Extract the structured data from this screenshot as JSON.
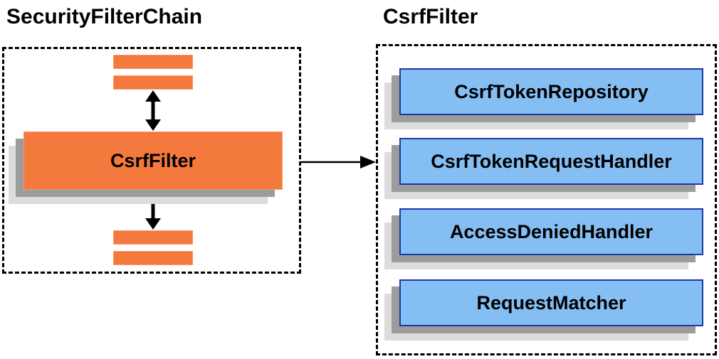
{
  "left_panel": {
    "title": "SecurityFilterChain",
    "filter_label": "CsrfFilter"
  },
  "right_panel": {
    "title": "CsrfFilter",
    "components": [
      "CsrfTokenRepository",
      "CsrfTokenRequestHandler",
      "AccessDeniedHandler",
      "RequestMatcher"
    ]
  },
  "colors": {
    "filter_orange": "#F4793C",
    "component_blue": "#85BEF2",
    "component_border_blue": "#1A39A8",
    "shadow_dark": "#9C9C9C",
    "shadow_light": "#DCDCDC",
    "outline_black": "#000000"
  }
}
